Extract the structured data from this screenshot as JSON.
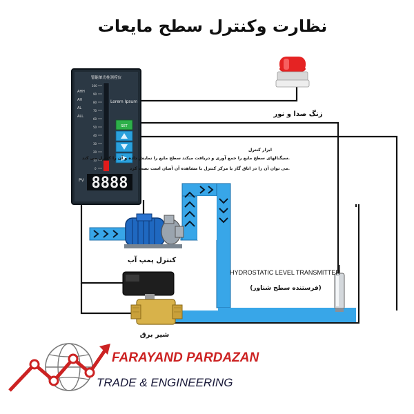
{
  "title": "نظارت وکنترل سطح مایعات",
  "labels": {
    "siren": "زنگ صدا و نور",
    "pump": "کنترل پمپ آب",
    "valve": "شیر برق",
    "transmitter": "HYDROSTATIC LEVEL TRANSMITTER",
    "transmitter_fa": "(فرستنده سطح شناور)",
    "controller_note_title": "ابزار کنترل",
    "controller_note_1": "سیگنالهای سطح مایع را جمع آوری و دریافت میکند سطح مایع را نمایش داده و آن را کنترل می کند.",
    "controller_note_2": "می توان آن را در اتاق گاز یا مرکز کنترل با مشاهده آن آسان است نصب کرد."
  },
  "controller": {
    "header": "智能单光柱测控仪",
    "scale": [
      "AHH",
      "AH",
      "AL",
      "ALL"
    ],
    "lorem": "Lorem Ipsum",
    "display": "8888",
    "pv": "PV",
    "set_label": "SET",
    "bar_level": 0.12
  },
  "brand": {
    "name": "FARAYAND PARDAZAN",
    "tagline": "TRADE & ENGINEERING"
  },
  "colors": {
    "pipe": "#38a6e8",
    "pipe_edge": "#1c6fa8",
    "wire": "#111111",
    "brand_red": "#cc2222",
    "level_red": "#e11b1b"
  },
  "icons": {
    "siren": "siren-icon",
    "pump": "water-pump-icon",
    "valve": "solenoid-valve-icon",
    "sensor": "level-sensor-icon",
    "logo": "globe-growth-arrow-logo"
  }
}
